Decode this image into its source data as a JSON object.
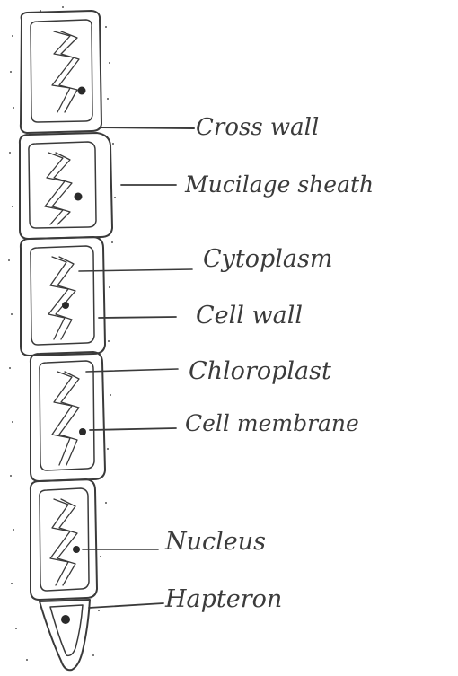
{
  "labels": {
    "cross_wall": "Cross wall",
    "mucilage_sheath": "Mucilage sheath",
    "cytoplasm": "Cytoplasm",
    "cell_wall": "Cell wall",
    "chloroplast": "Chloroplast",
    "cell_membrane": "Cell membrane",
    "nucleus": "Nucleus",
    "hapteron": "Hapteron"
  },
  "colors": {
    "ink": "#3a3a3a",
    "paper": "#ffffff"
  }
}
